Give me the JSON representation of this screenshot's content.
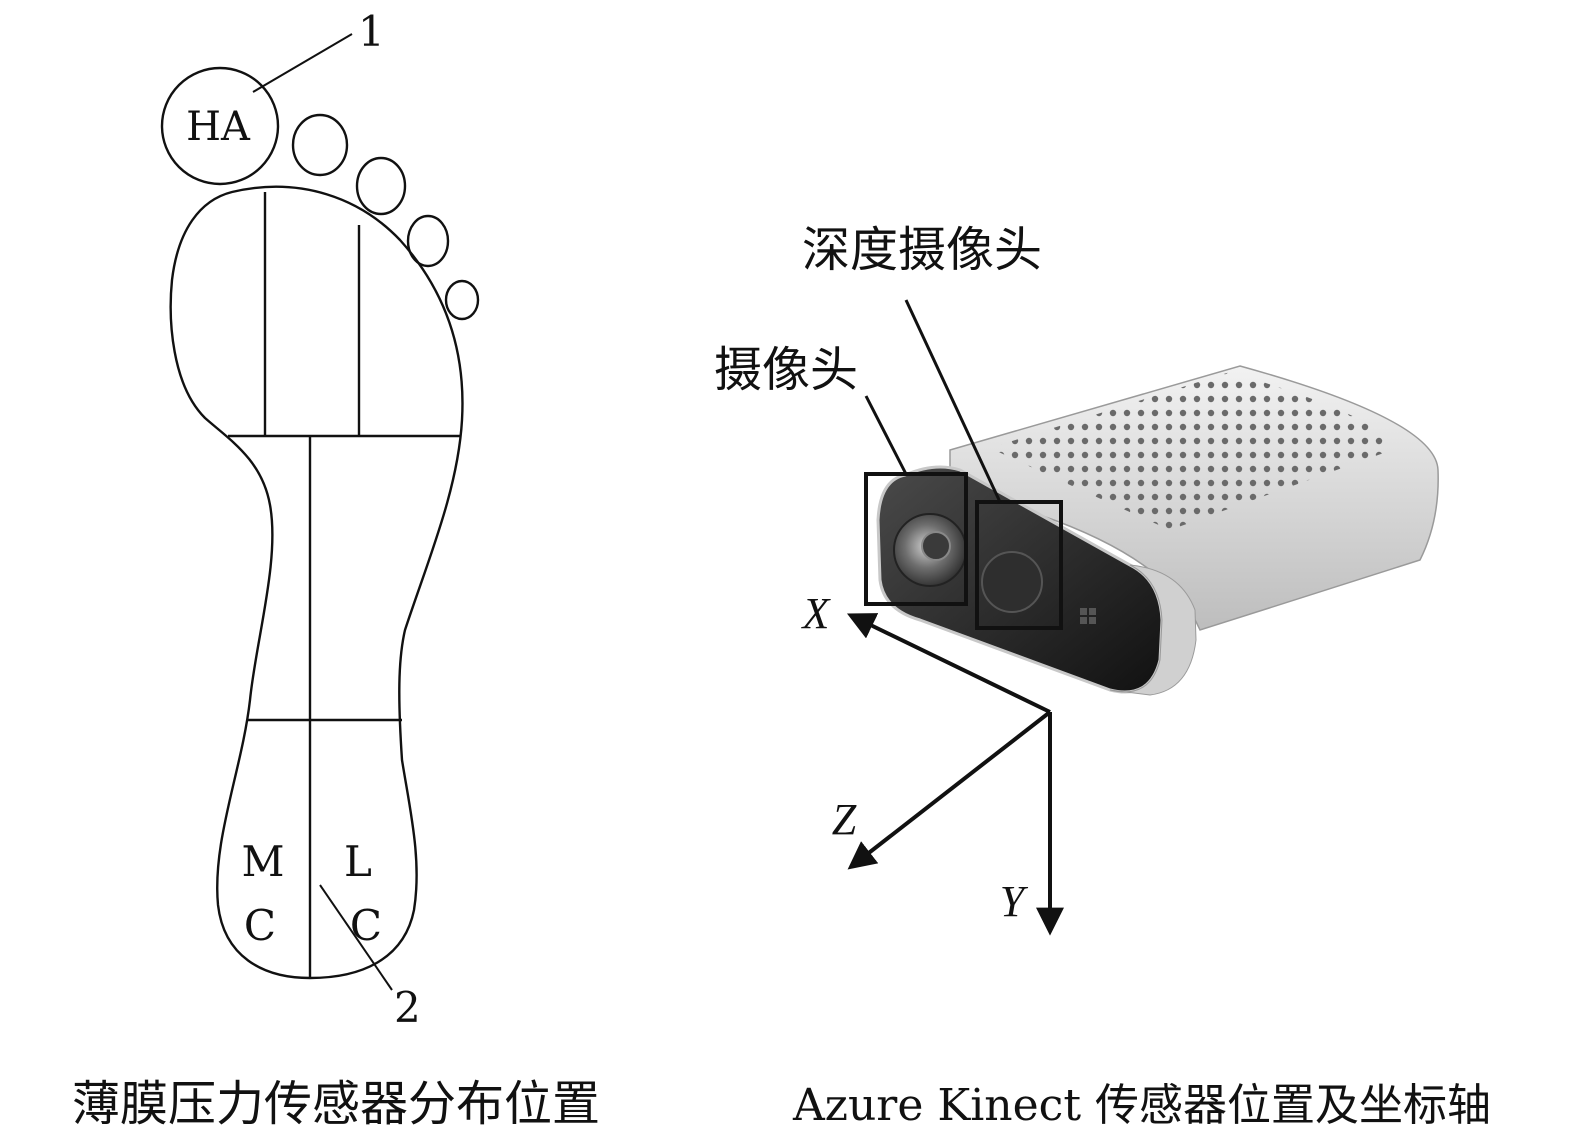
{
  "left_panel": {
    "callout_1": "1",
    "callout_2": "2",
    "toe_label": "HA",
    "region_m": "M",
    "region_mc_c": "C",
    "region_l": "L",
    "region_lc_c": "C",
    "caption": "薄膜压力传感器分布位置"
  },
  "right_panel": {
    "depth_camera_label": "深度摄像头",
    "camera_label": "摄像头",
    "axis_x": "X",
    "axis_y": "Y",
    "axis_z": "Z",
    "caption": "Azure Kinect 传感器位置及坐标轴"
  },
  "colors": {
    "line": "#111111",
    "device_body": "#d9d9d9",
    "device_front": "#2b2b2b"
  },
  "icons": {
    "device": "azure-kinect-device-illustration"
  }
}
